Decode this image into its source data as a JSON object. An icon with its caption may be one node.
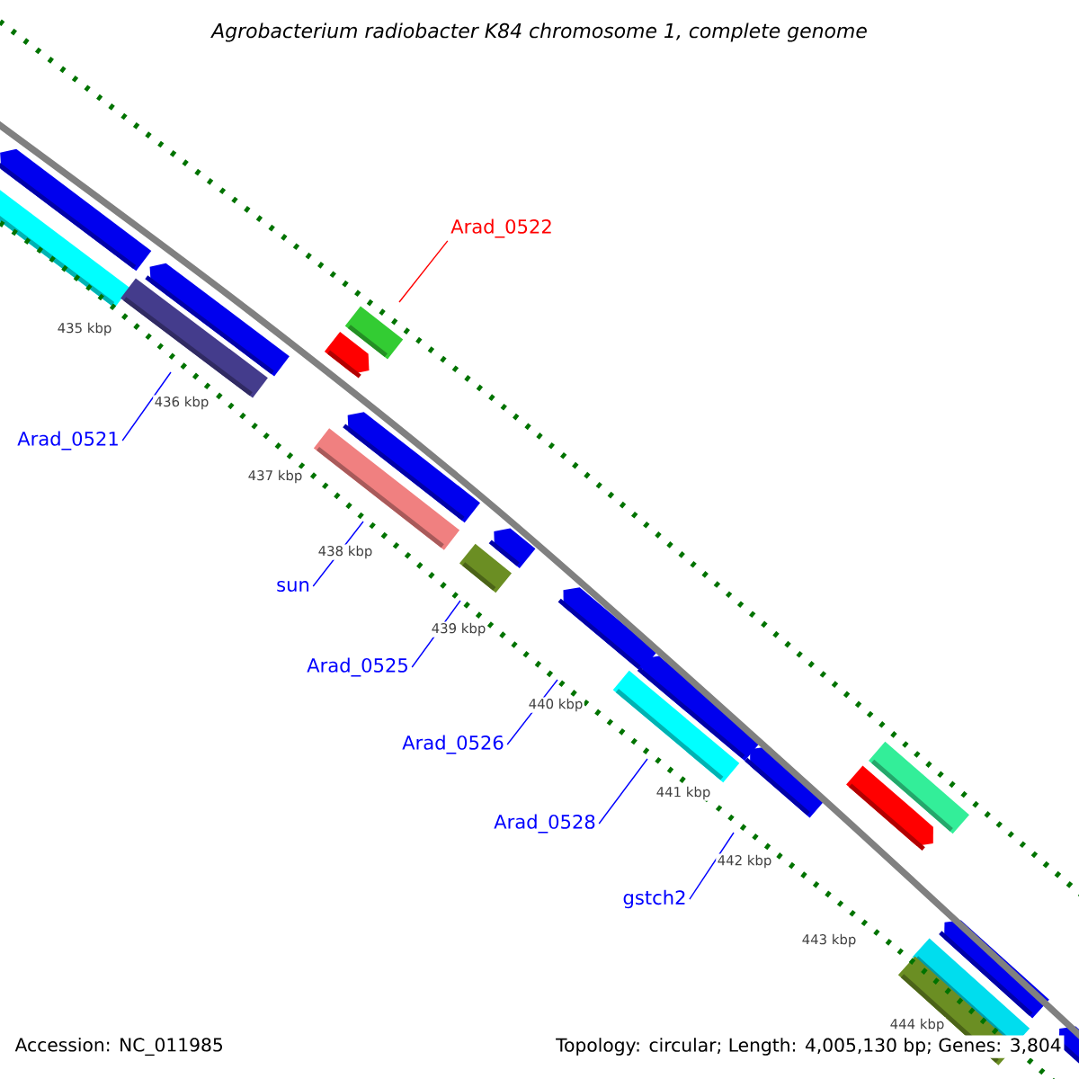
{
  "diagram": {
    "title": "Agrobacterium radiobacter K84 chromosome 1, complete genome",
    "nodes": [
      {
        "text": [
          "Arad_0522"
        ]
      },
      {
        "text": [
          "Arad_0521"
        ]
      },
      {
        "text": [
          "sun"
        ]
      },
      {
        "text": [
          "Arad_0525"
        ]
      },
      {
        "text": [
          "Arad_0526"
        ]
      },
      {
        "text": [
          "Arad_0528"
        ]
      },
      {
        "text": [
          "gstch2"
        ]
      }
    ],
    "edges": [
      {
        "from": 0,
        "to": null,
        "arrow": "none",
        "color": "#ff0000"
      },
      {
        "from": 1,
        "to": null,
        "arrow": "none"
      },
      {
        "from": 2,
        "to": null,
        "arrow": "none"
      },
      {
        "from": 3,
        "to": null,
        "arrow": "none"
      },
      {
        "from": 4,
        "to": null,
        "arrow": "none"
      },
      {
        "from": 5,
        "to": null,
        "arrow": "none"
      },
      {
        "from": 6,
        "to": null,
        "arrow": "none"
      }
    ],
    "labels": [
      "435 kbp",
      "436 kbp",
      "437 kbp",
      "438 kbp",
      "439 kbp",
      "440 kbp",
      "441 kbp",
      "442 kbp",
      "443 kbp",
      "444 kbp",
      "Accession: NC_011985",
      "Topology: circular; Length: 4,005,130 bp; Genes: 3,804"
    ]
  }
}
